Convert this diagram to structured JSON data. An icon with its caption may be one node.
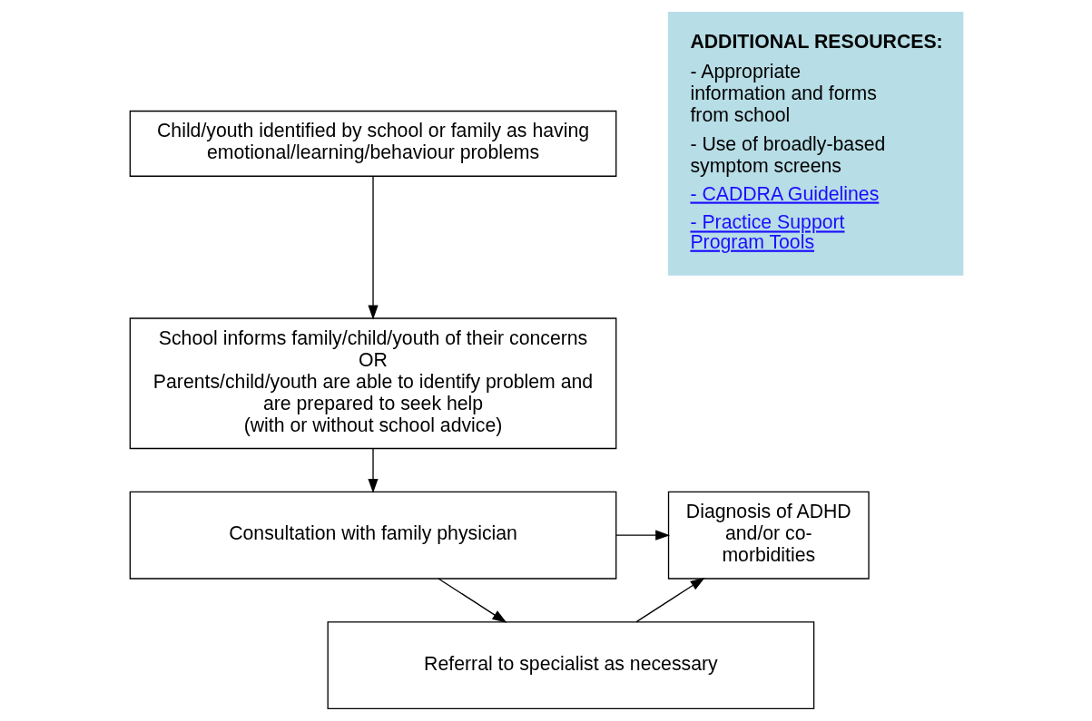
{
  "diagram": {
    "nodes": [
      {
        "text": [
          "Child/youth identified by school or family as having emotional/learning/behaviour problems"
        ]
      },
      {
        "text": [
          "School informs family/child/youth of their concerns",
          "OR",
          "Parents/child/youth are able to identify problem and are prepared to seek help",
          "(with or without school advice)"
        ]
      },
      {
        "text": [
          "ADDITIONAL RESOURCES:",
          "- Appropriate information and forms from school",
          "- Use of broadly-based symptom screens",
          "- CADDRA Guidelines",
          "- Practice Support Program Tools"
        ]
      },
      {
        "text": [
          "Consultation with family physician"
        ]
      },
      {
        "text": [
          "Diagnosis of ADHD and/or co-morbidities"
        ]
      },
      {
        "text": [
          "Referral to specialist as necessary"
        ]
      }
    ],
    "edges": [
      {
        "from": 0,
        "to": 1,
        "arrow": "to"
      },
      {
        "from": 1,
        "to": 3,
        "arrow": "to"
      },
      {
        "from": 3,
        "to": 5,
        "arrow": "to"
      },
      {
        "from": 3,
        "to": 4,
        "arrow": "to"
      },
      {
        "from": 5,
        "to": 4,
        "arrow": "to"
      }
    ]
  }
}
